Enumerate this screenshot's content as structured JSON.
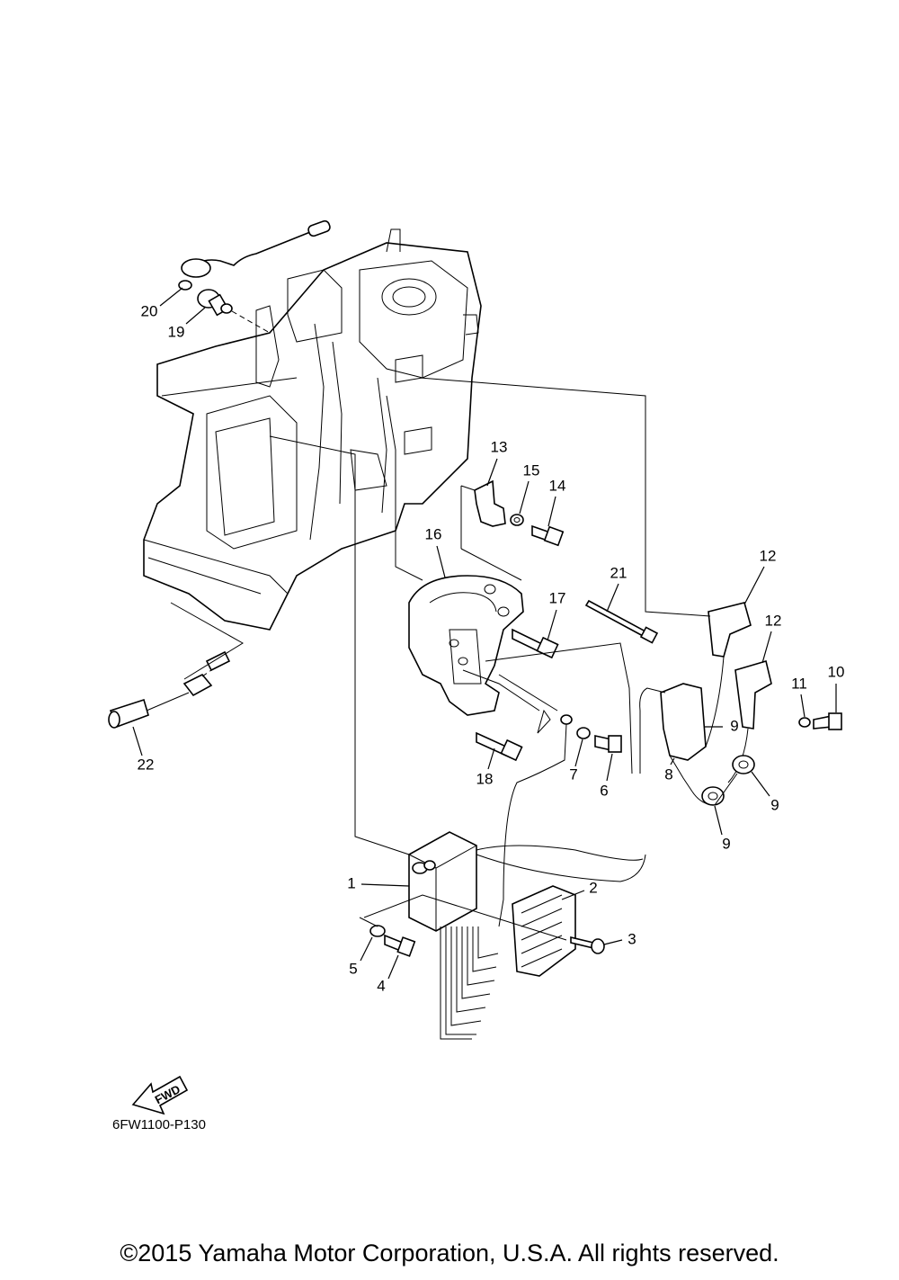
{
  "diagram": {
    "reference_code": "6FW1100-P130",
    "copyright": "©2015 Yamaha Motor Corporation, U.S.A. All rights reserved.",
    "direction_arrow": {
      "label": "FWD",
      "icon": "fwd-arrow-icon"
    },
    "callouts": {
      "c1": "1",
      "c2": "2",
      "c3": "3",
      "c4": "4",
      "c5": "5",
      "c6": "6",
      "c7": "7",
      "c8": "8",
      "c9": "9",
      "c10": "10",
      "c11": "11",
      "c12": "12",
      "c13": "13",
      "c14": "14",
      "c15": "15",
      "c16": "16",
      "c17": "17",
      "c18": "18",
      "c19": "19",
      "c20": "20",
      "c21": "21",
      "c22": "22"
    }
  }
}
